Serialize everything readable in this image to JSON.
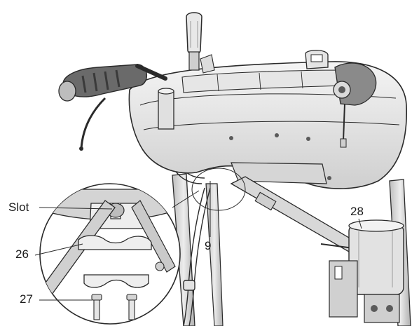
{
  "callouts": {
    "slot": "Slot",
    "part_9": "9",
    "part_26": "26",
    "part_27": "27",
    "part_28": "28"
  },
  "colors": {
    "line": "#2a2a2a",
    "light": "#ececec",
    "mid": "#d2d2d2",
    "dark": "#5a5a5a",
    "background": "#ffffff"
  }
}
